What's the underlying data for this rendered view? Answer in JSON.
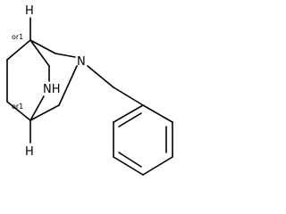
{
  "molecule": {
    "atoms": {
      "amine_nh": "NH",
      "tertiary_n": "N",
      "bridgehead_h_top": "H",
      "bridgehead_h_bottom": "H"
    },
    "stereo_labels": {
      "top": "or1",
      "bottom": "or1"
    }
  }
}
